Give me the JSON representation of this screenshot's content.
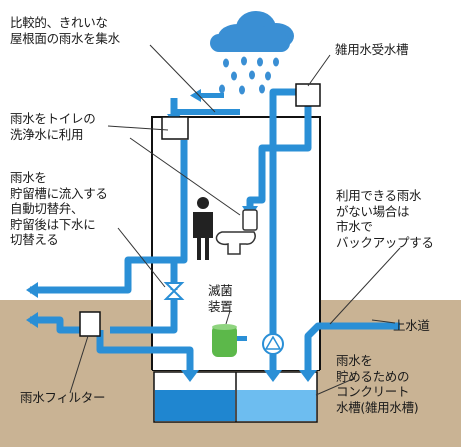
{
  "labels": {
    "roof_collect": "比較的、きれいな\n屋根面の雨水を集水",
    "misc_tank": "雑用水受水槽",
    "toilet_use": "雨水をトイレの\n洗浄水に利用",
    "auto_valve": "雨水を\n貯留槽に流入する\n自動切替弁、\n貯留後は下水に\n切替える",
    "backup": "利用できる雨水\nがない場合は\n市水で\nバックアップする",
    "sterilizer": "滅菌\n装置",
    "water_main": "上水道",
    "rain_filter": "雨水フィルター",
    "storage_tank": "雨水を\n貯めるための\nコンクリート\n水槽(雑用水槽)"
  },
  "colors": {
    "pipe": "#2a8fd6",
    "pipe_light": "#7cc3ef",
    "ground": "#c9b394",
    "cloud": "#3a8fd4",
    "sterilizer": "#5cb84a",
    "leader": "#333333",
    "building": "#111111"
  },
  "icons": [
    "cloud-icon",
    "person-icon",
    "toilet-icon",
    "valve-icon",
    "pump-icon",
    "filter-icon"
  ]
}
